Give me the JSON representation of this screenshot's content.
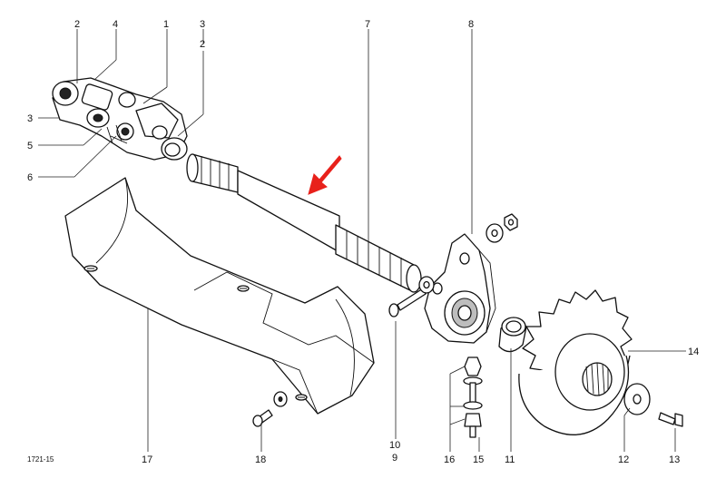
{
  "callouts": [
    {
      "id": "c2a",
      "text": "2"
    },
    {
      "id": "c4",
      "text": "4"
    },
    {
      "id": "c1",
      "text": "1"
    },
    {
      "id": "c3a",
      "text": "3"
    },
    {
      "id": "c2b",
      "text": "2"
    },
    {
      "id": "c3b",
      "text": "3"
    },
    {
      "id": "c5",
      "text": "5"
    },
    {
      "id": "c6",
      "text": "6"
    },
    {
      "id": "c7",
      "text": "7"
    },
    {
      "id": "c8",
      "text": "8"
    },
    {
      "id": "c14",
      "text": "14"
    },
    {
      "id": "c17",
      "text": "17"
    },
    {
      "id": "c18",
      "text": "18"
    },
    {
      "id": "c10",
      "text": "10"
    },
    {
      "id": "c9",
      "text": "9"
    },
    {
      "id": "c16",
      "text": "16"
    },
    {
      "id": "c15",
      "text": "15"
    },
    {
      "id": "c11",
      "text": "11"
    },
    {
      "id": "c12",
      "text": "12"
    },
    {
      "id": "c13",
      "text": "13"
    }
  ],
  "drawing_code": "1721-15",
  "colors": {
    "highlight_arrow": "#e8211b",
    "line": "#111111",
    "background": "#ffffff"
  }
}
